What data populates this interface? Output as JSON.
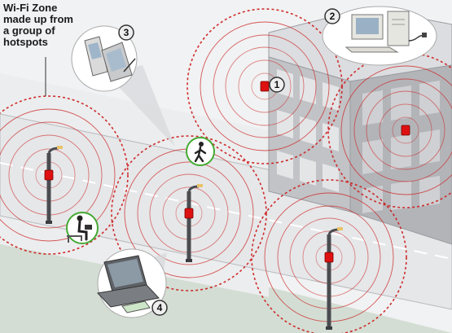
{
  "title_lines": [
    "Wi-Fi Zone",
    "made up from",
    "a group of",
    "hotspots"
  ],
  "callouts": [
    {
      "number": "1",
      "subject": "hotspot on building"
    },
    {
      "number": "2",
      "subject": "desktop computer"
    },
    {
      "number": "3",
      "subject": "mobile phone and handheld device"
    },
    {
      "number": "4",
      "subject": "laptop with wireless card"
    }
  ],
  "colors": {
    "signal_ring": "#cc2222",
    "access_point": "#dd1111",
    "user_ring": "#44aa33",
    "road": "#e9eaec",
    "building": "#c9cacd",
    "grass": "#d3ddd3"
  },
  "icons": [
    "wifi-access-point-icon",
    "lamp-post-icon",
    "pedestrian-icon",
    "seated-laptop-user-icon",
    "desktop-computer-icon",
    "mobile-phone-icon",
    "pda-icon",
    "laptop-icon"
  ]
}
